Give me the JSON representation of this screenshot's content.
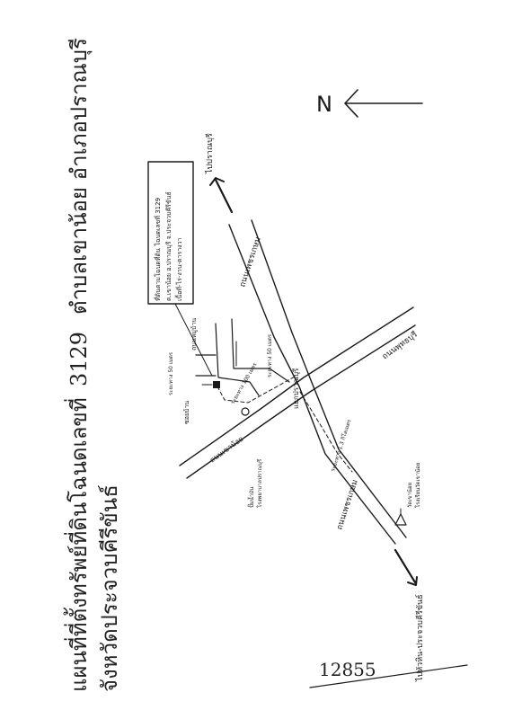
{
  "title": {
    "line1": "แผนที่ที่ตั้งทรัพย์ที่ดินโฉนดเลขที่",
    "deed_number": "3129",
    "line1_rest": "ตำบลเขาน้อย อำเภอปราณบุรี",
    "line2": "จังหวัดประจวบคีรีขันธ์"
  },
  "compass": {
    "north_label": "N"
  },
  "property_box": {
    "line1": "ที่ดินตามโฉนดที่ดิน โฉนดเลขที่ 3129",
    "line2": "ต.เขาน้อย อ.ปราณบุรี จ.ประจวบคีรีขันธ์",
    "line3": "เนื้อที่-ไร่-งาน-ตารางวา"
  },
  "labels": {
    "to_pranburi": "ไปปราณบุรี",
    "road_phetkasem_top": "ถนนเพชรเกษม",
    "road_phetkasem_bottom": "ถนนเพชรเกษม",
    "road_to_khaonoi": "ถนนเขาน้อย",
    "village_road": "ถนนหมู่บ้าน",
    "soi": "ซอยบ้าน",
    "dist_50m_a": "ระยะทาง 50 เมตร",
    "dist_50m_b": "ระยะทาง 50 เมตร",
    "dist_100m": "ระยะทาง 100 เมตร",
    "junction": "แยกปราณบุรี",
    "road_right": "ถนนพุทธบุรี",
    "dist_13km": "ระยะทาง 1.3 กิโลเมตร",
    "temple": "วัดเขาน้อย",
    "school": "โรงเรียนวัดเขาน้อย",
    "school2": "โรงพยาบาลปราณบุรี",
    "to_huahin": "ไปหัวหิน-ประจวบคีรีขันธ์",
    "pump": "ปั๊มน้ำมัน"
  },
  "footer": {
    "handwritten_number": "12855"
  }
}
